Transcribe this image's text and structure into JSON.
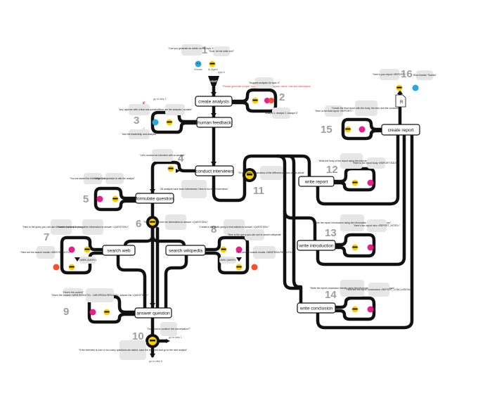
{
  "nodes": {
    "create_analysts": "create analysts",
    "human_feedback": "human feedback",
    "conduct_interviews": "conduct interviews",
    "formulate_question": "formulate question",
    "search_web": "search web",
    "search_wikipedia": "search wikipedia",
    "answer_question": "answer question",
    "write_report": "write report",
    "write_introduction": "write introduction",
    "write_conclusion": "write conclusion",
    "create_report": "create report"
  },
  "step_numbers": [
    "1",
    "2",
    "3",
    "4",
    "5",
    "6",
    "7",
    "8",
    "9",
    "10",
    "11",
    "12",
    "13",
    "14",
    "15",
    "16"
  ],
  "labels": {
    "start": "start",
    "type_it": "type it",
    "go_to_step_1": "go to step 1",
    "go_to_step_4": "go to step 4",
    "go_to_step_6": "go to step 6",
    "go_to_step_10": "go to step 10",
    "report_file": "R",
    "red_note": "\"Please generate a topic\" output is a list of analysts, name, role and description",
    "agent": "AI Agent",
    "human": "Human"
  },
  "bubbles": {
    "b1a": "\"Can you generate an article on the topic X?\"",
    "b1b": "\"Sure, let me write one!\"",
    "b2a": "\"Suggest analysts for topic X\"",
    "b2b": "\"Analyst 1, Analyst 2, Analyst 3\"",
    "b3a": "\"Any approve with a final ans question\"",
    "b3b": "\"Here are the analysts I created\"",
    "b3c": "\"Add the leadership and analysts\"",
    "b4a": "\"Let's conduct an interview with an analyst\"",
    "b4b": "\"All analysts have been interviewed. Here is the list of interviews\"",
    "b5a": "\"You are asked the following <QUESTION>\"",
    "b5b": "\"What is a question to ask the analyst\"",
    "b6": "\"Search the internet for information to answer <QUESTION>\"",
    "b7a": "\"Here is the query you can use to search the web to answer the question\"",
    "b7b": "\"Create a web query to gather information to answer <QUESTION>\"",
    "b7c": "\"Here are the search results <WEB RESULTS>\"",
    "b7d": "<WEB QUERY>",
    "b8a": "\"Create a wikipedia query to find articles to answer <QUESTION>\"",
    "b8b": "\"Here is the query you can use to search wikipedia\"",
    "b8c": "\"Here are the search results <WIKIPEDIA RESULTS>\"",
    "b8d": "<WIKI QUERY>",
    "b9a": "\"Here's the context\"",
    "b9b": "\"Given the context <WEB RESULTS>, <WIKIPEDIA RESULTS>, answer the <QUESTION>\"",
    "b10a": "\"Do I want to continue the conversation?\"",
    "b10b": "\"If the interview is over or too many questions are asked, save the interview and go to the next analyst\"",
    "b11": "\"I'll now write the sections of the different sections of the article\"",
    "b12a": "\"Write the body of the report using the interviews you collected\"",
    "b12b": "\"Here is the report body <REPORT BODY>\"",
    "b13a": "\"Write the report introduction using the information from all the interviews\"",
    "b13b": "\"Here's the report intro <REPORT_INTRO>\"",
    "b14a": "\"Write the report conclusion directly using the information from all the interviews\"",
    "b14b": "\"Here are the report conclusions <REPORT_CONCLUSION>\"",
    "b15a": "\"Here is the final report <REPORT>\"",
    "b15b": "\"Create the final report with the body, the intro and the conclusion\"",
    "b16a": "\"Here's your report <REPORT>\"",
    "b16b": "\"Wow thanks! Thanks!\""
  },
  "colors": {
    "track": "#111111",
    "agent_face": "#f9d000",
    "human_face": "#29a8e0",
    "persona_face": "#e91e8c",
    "orange_face": "#f2522e",
    "step_number": "#9e9e9e",
    "bubble": "#e6e6e6"
  }
}
